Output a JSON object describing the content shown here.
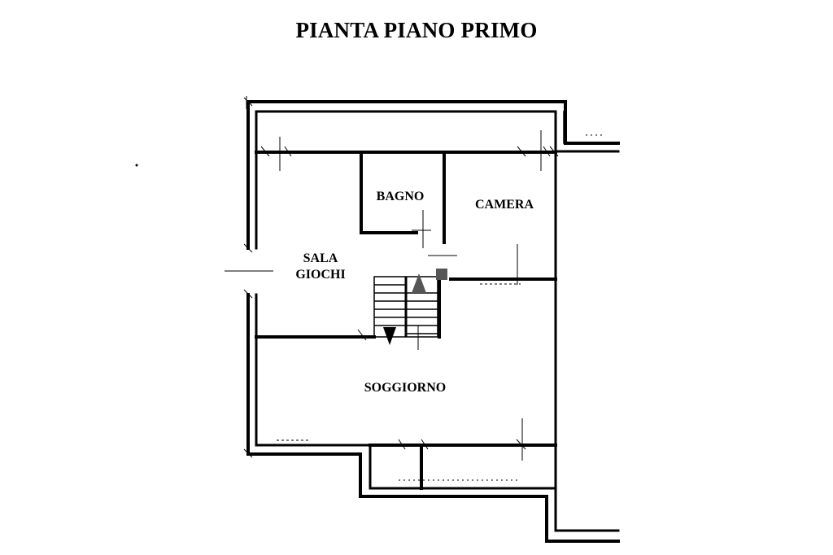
{
  "title": "PIANTA PIANO PRIMO",
  "rooms": {
    "bagno": "BAGNO",
    "camera": "CAMERA",
    "sala_line1": "SALA",
    "sala_line2": "GIOCHI",
    "soggiorno": "SOGGIORNO"
  },
  "colors": {
    "wall": "#000000",
    "background": "#ffffff"
  }
}
